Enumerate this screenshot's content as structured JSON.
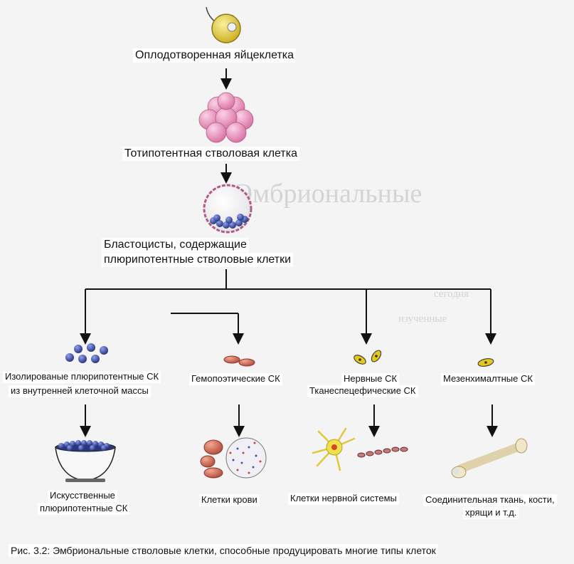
{
  "nodes": {
    "zygote": "Оплодотворенная яйцеклетка",
    "totipotent": "Тотипотентная стволовая клетка",
    "blastocyst_line1": "Бластоцисты, содержащие",
    "blastocyst_line2": "плюрипотентные стволовые клетки",
    "isolated_line1": "Изолированые плюрипотентные СК",
    "isolated_line2": "из внутренней клеточной массы",
    "hematopoietic": "Гемопоэтические СК",
    "neural_line1": "Нервные СК",
    "neural_line2": "Тканеспецефические СК",
    "mesenchymal": "Мезенхималтные СК"
  },
  "products": {
    "artificial_line1": "Искусственные",
    "artificial_line2": "плюрипотентные СК",
    "blood": "Клетки крови",
    "nervous": "Клетки нервной системы",
    "connective_line1": "Соединительная ткань, кости,",
    "connective_line2": "хрящи и т.д."
  },
  "caption": "Рис. 3.2: Эмбриональные стволовые клетки, способные продуцировать многие типы клеток",
  "colors": {
    "zygote_fill": "#e8d24a",
    "morula_fill": "#e88fb8",
    "blue_cell": "#3a4fa8",
    "red_cell": "#d06a5a",
    "yellow_cell": "#e6c81a",
    "neuron": "#f0e04a",
    "bone": "#f2e6c8",
    "arrow": "#111111"
  }
}
